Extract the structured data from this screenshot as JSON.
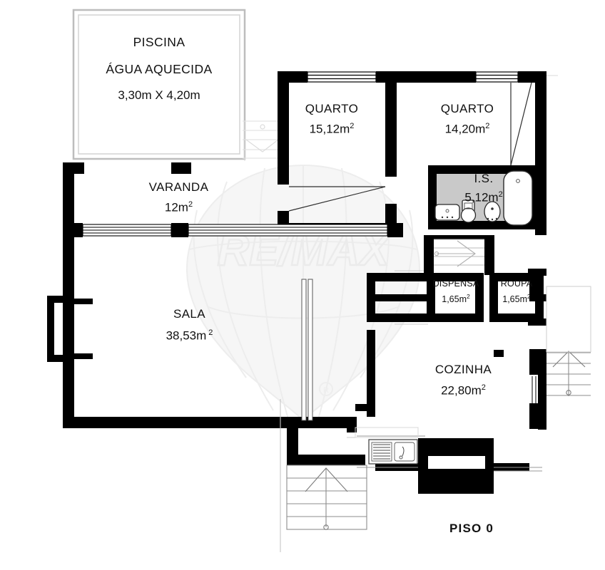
{
  "plan": {
    "title_label": "PISO 0",
    "watermark": {
      "brand": "RE/MAX",
      "registered_mark": "®"
    },
    "colors": {
      "wall": "#000000",
      "background": "#ffffff",
      "bathroom_fill": "#c9c9c9",
      "thin_line": "#7a7a7a",
      "watermark": "#f2f2f2",
      "text": "#111111"
    },
    "rooms": [
      {
        "id": "piscina",
        "name": "PISCINA",
        "subtitle": "ÁGUA AQUECIDA",
        "dimensions": "3,30m X 4,20m",
        "area": "",
        "unit": ""
      },
      {
        "id": "varanda",
        "name": "VARANDA",
        "area": "12m",
        "unit": "2"
      },
      {
        "id": "quarto-1",
        "name": "QUARTO",
        "area": "15,12m",
        "unit": "2"
      },
      {
        "id": "quarto-2",
        "name": "QUARTO",
        "area": "14,20m",
        "unit": "2"
      },
      {
        "id": "is",
        "name": "I.S.",
        "area": "5,12m",
        "unit": "2"
      },
      {
        "id": "sala",
        "name": "SALA",
        "area": "38,53m",
        "unit": "2"
      },
      {
        "id": "dispensa",
        "name": "DISPENSA",
        "area": "1,65m",
        "unit": "2"
      },
      {
        "id": "roupa",
        "name": "ROUPA",
        "area": "1,65m",
        "unit": "2"
      },
      {
        "id": "cozinha",
        "name": "COZINHA",
        "area": "22,80m",
        "unit": "2"
      }
    ],
    "fixtures": [
      "bathtub",
      "toilet",
      "bidet",
      "washbasin",
      "kitchen-sink"
    ],
    "circulation": [
      "interior-staircase",
      "exterior-staircase-south",
      "exterior-staircase-east",
      "pool-steps"
    ]
  }
}
